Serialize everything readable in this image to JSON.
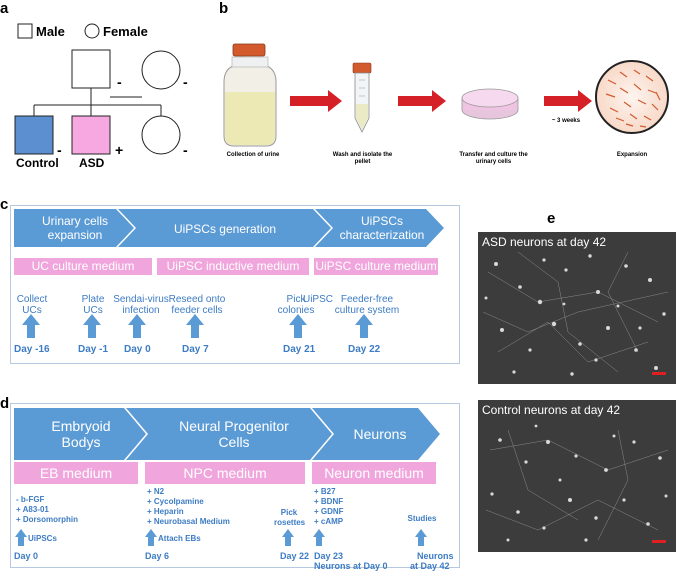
{
  "panel_labels": {
    "a": "a",
    "b": "b",
    "c": "c",
    "d": "d",
    "e": "e"
  },
  "panel_a": {
    "legend_male": "Male",
    "legend_female": "Female",
    "father_sign": "-",
    "mother_sign": "-",
    "sibling_sign": "-",
    "control_label": "Control",
    "control_sign": "-",
    "asd_label": "ASD",
    "asd_sign": "+",
    "colors": {
      "control": "#5b8fd0",
      "asd": "#f7a8e1"
    }
  },
  "panel_b": {
    "steps": [
      {
        "caption": "Collection of urine"
      },
      {
        "caption": "Wash and isolate the pellet"
      },
      {
        "caption": "Transfer and culture the urinary cells"
      },
      {
        "caption": "Expansion"
      }
    ],
    "duration": "~ 3 weeks",
    "colors": {
      "arrow": "#d62027",
      "cap": "#d4582b"
    }
  },
  "panel_c": {
    "phases": [
      "Urinary cells expansion",
      "UiPSCs generation",
      "UiPSCs characterization"
    ],
    "media": [
      "UC culture medium",
      "UiPSC inductive medium",
      "UiPSC culture medium"
    ],
    "events": [
      "Collect UCs",
      "Plate UCs",
      "Sendai-virus infection",
      "Reseed onto feeder cells",
      "Pick colonies",
      "UiPSC",
      "Feeder-free culture system"
    ],
    "days": [
      "Day -16",
      "Day -1",
      "Day 0",
      "Day 7",
      "Day 21",
      "Day 22"
    ],
    "colors": {
      "chevron": "#5b9bd5",
      "medium": "#f0a6dc",
      "text": "#3d7cc4"
    }
  },
  "panel_d": {
    "phases": [
      "Embryoid Bodys",
      "Neural Progenitor Cells",
      "Neurons"
    ],
    "media": [
      "EB medium",
      "NPC medium",
      "Neuron medium"
    ],
    "eb_reagents": [
      "-  b-FGF",
      "+  A83-01",
      "+  Dorsomorphin"
    ],
    "npc_reagents": [
      "+ N2",
      "+ Cycolpamine",
      "+ Heparin",
      "+ Neurobasal Medium"
    ],
    "neuron_reagents": [
      "+ B27",
      "+ BDNF",
      "+ GDNF",
      "+ cAMP"
    ],
    "events": [
      "UiPSCs",
      "Attach EBs",
      "Pick rosettes",
      "Studies"
    ],
    "days": [
      "Day 0",
      "Day 6",
      "Day 22",
      "Day 23",
      "Neurons at Day 0",
      "Neurons",
      "at Day 42"
    ]
  },
  "panel_e": {
    "top_label": "ASD neurons at day 42",
    "bottom_label": "Control neurons at day 42"
  }
}
